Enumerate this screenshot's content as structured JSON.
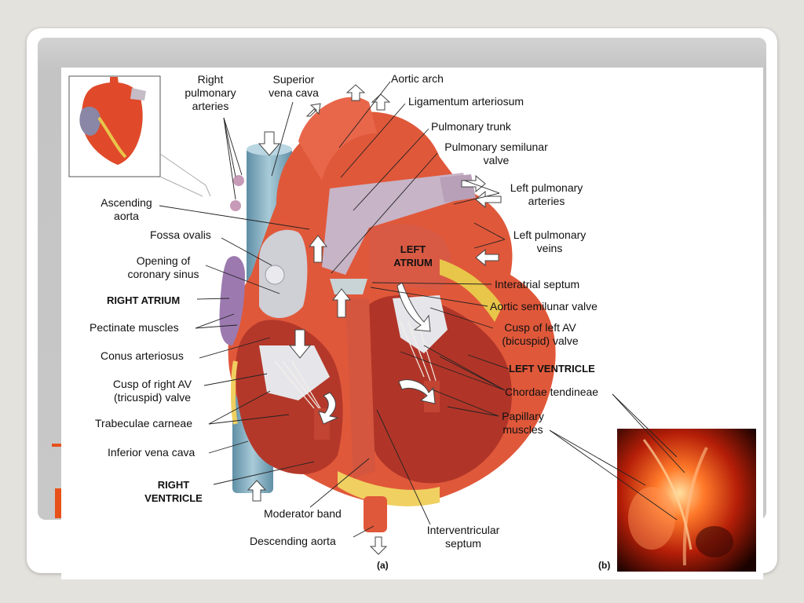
{
  "theme": {
    "accent": "#e8501a",
    "slide_bg": "#e4e2dd",
    "header_gray": "#c6c6c6"
  },
  "figure": {
    "panel_a_tag": "(a)",
    "panel_b_tag": "(b)",
    "labels": {
      "right_pulmonary_arteries": "Right pulmonary arteries",
      "superior_vena_cava": "Superior vena cava",
      "aortic_arch": "Aortic arch",
      "ligamentum_arteriosum": "Ligamentum arteriosum",
      "pulmonary_trunk": "Pulmonary trunk",
      "pulmonary_semilunar_valve": "Pulmonary semilunar valve",
      "left_pulmonary_arteries": "Left pulmonary arteries",
      "left_pulmonary_veins": "Left pulmonary veins",
      "ascending_aorta": "Ascending aorta",
      "fossa_ovalis": "Fossa ovalis",
      "opening_coronary_sinus": "Opening of coronary sinus",
      "right_atrium": "RIGHT ATRIUM",
      "pectinate_muscles": "Pectinate muscles",
      "conus_arteriosus": "Conus arteriosus",
      "cusp_right_av": "Cusp of right AV (tricuspid) valve",
      "trabeculae_carneae": "Trabeculae carneae",
      "inferior_vena_cava": "Inferior vena cava",
      "right_ventricle": "RIGHT VENTRICLE",
      "moderator_band": "Moderator band",
      "descending_aorta": "Descending aorta",
      "interventricular_septum": "Interventricular septum",
      "left_atrium": "LEFT ATRIUM",
      "interatrial_septum": "Interatrial septum",
      "aortic_semilunar_valve": "Aortic semilunar valve",
      "cusp_left_av": "Cusp of left AV (bicuspid) valve",
      "left_ventricle": "LEFT VENTRICLE",
      "chordae_tendineae": "Chordae tendineae",
      "papillary_muscles": "Papillary muscles"
    }
  }
}
